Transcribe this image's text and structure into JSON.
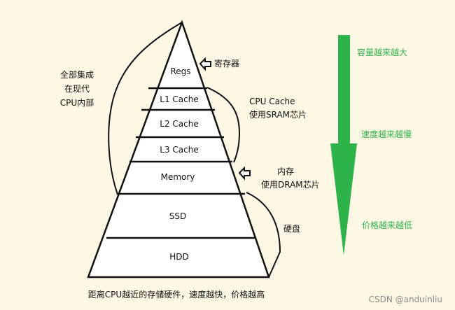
{
  "levels": [
    {
      "label": "Regs"
    },
    {
      "label": "L1 Cache"
    },
    {
      "label": "L2 Cache"
    },
    {
      "label": "L3 Cache"
    },
    {
      "label": "Memory"
    },
    {
      "label": "SSD"
    },
    {
      "label": "HDD"
    }
  ],
  "notes": {
    "cpu_internal": [
      "全部集成",
      "在现代",
      "CPU内部"
    ],
    "register": "寄存器",
    "cpu_cache": [
      "CPU Cache",
      "使用SRAM芯片"
    ],
    "memory": [
      "内存",
      "使用DRAM芯片"
    ],
    "disk": "硬盘",
    "footer": "距离CPU越近的存储硬件，速度越快，价格越高"
  },
  "trend": {
    "capacity": "容量越来越大",
    "speed": "速度越来越慢",
    "price": "价格越来越低"
  },
  "colors": {
    "trend_green": "#2db34a",
    "background": "#fcf8e4"
  },
  "watermark": "CSDN @anduinliu"
}
